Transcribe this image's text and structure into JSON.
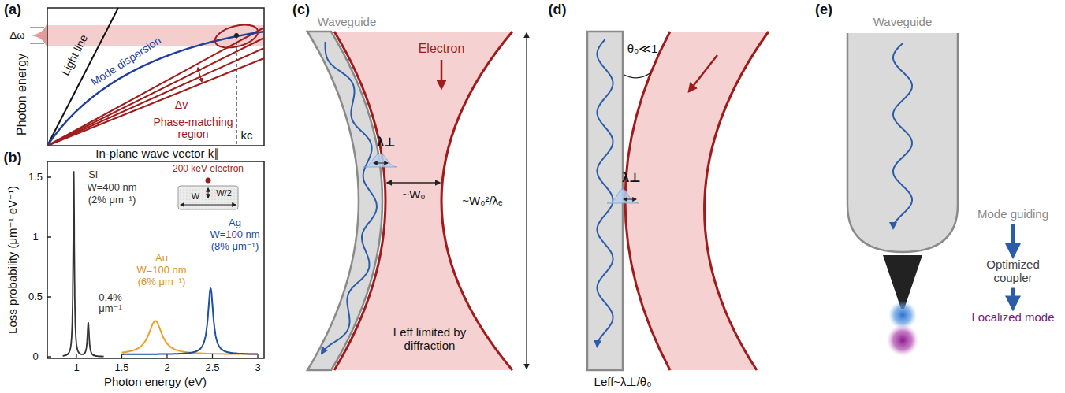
{
  "diagram": {
    "nodes": [
      {
        "text": [
          "Mode guiding"
        ]
      },
      {
        "text": [
          "Optimized coupler"
        ]
      },
      {
        "text": [
          "Localized mode"
        ]
      }
    ],
    "edges": [
      {
        "from": 0,
        "to": 1,
        "arrow": "to"
      },
      {
        "from": 1,
        "to": 2,
        "arrow": "to"
      }
    ],
    "labels": [
      "(a)",
      "Δω",
      "Photon energy",
      "Light line",
      "Mode dispersion",
      "Δv",
      "Phase-matching region",
      "kc",
      "In-plane wave vector k∥",
      "(b)",
      "Loss probability (μm⁻¹ eV⁻¹)",
      "1.5",
      "1",
      "0.5",
      "0",
      "1",
      "1.5",
      "2",
      "2.5",
      "3",
      "Photon energy (eV)",
      "Si",
      "W=400 nm",
      "(2% μm⁻¹)",
      "0.4% μm⁻¹",
      "200 keV electron",
      "W",
      "W/2",
      "Au",
      "W=100 nm",
      "(6% μm⁻¹)",
      "Ag",
      "W=100 nm",
      "(8% μm⁻¹)",
      "(c)",
      "Waveguide",
      "Electron",
      "λ⊥",
      "~W₀",
      "~W₀²/λₑ",
      "Leff limited by diffraction",
      "(d)",
      "θ₀≪1",
      "λ⊥",
      "Leff~λ⊥/θ₀",
      "(e)",
      "Waveguide"
    ]
  }
}
